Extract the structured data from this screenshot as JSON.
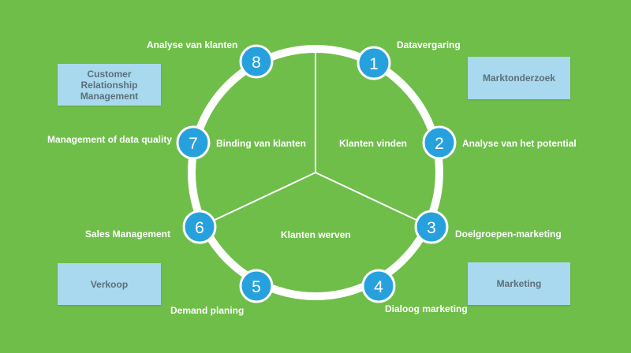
{
  "colors": {
    "background": "#6fbe4a",
    "ring": "#ffffff",
    "node_fill": "#27a1dd",
    "node_text": "#ffffff",
    "box_fill": "#a9d9ee",
    "box_text": "#5c6f7a"
  },
  "boxes": {
    "crm": "Customer Relationship Management",
    "marktonderzoek": "Marktonderzoek",
    "verkoop": "Verkoop",
    "marketing": "Marketing"
  },
  "sectors": {
    "binding": "Binding van klanten",
    "vinden": "Klanten vinden",
    "werven": "Klanten werven"
  },
  "steps": [
    {
      "number": "1",
      "label": "Datavergaring"
    },
    {
      "number": "2",
      "label": "Analyse van het potential"
    },
    {
      "number": "3",
      "label": "Doelgroepen-marketing"
    },
    {
      "number": "4",
      "label": "Dialoog marketing"
    },
    {
      "number": "5",
      "label": "Demand planing"
    },
    {
      "number": "6",
      "label": "Sales Management"
    },
    {
      "number": "7",
      "label": "Management of data quality"
    },
    {
      "number": "8",
      "label": "Analyse van klanten"
    }
  ]
}
